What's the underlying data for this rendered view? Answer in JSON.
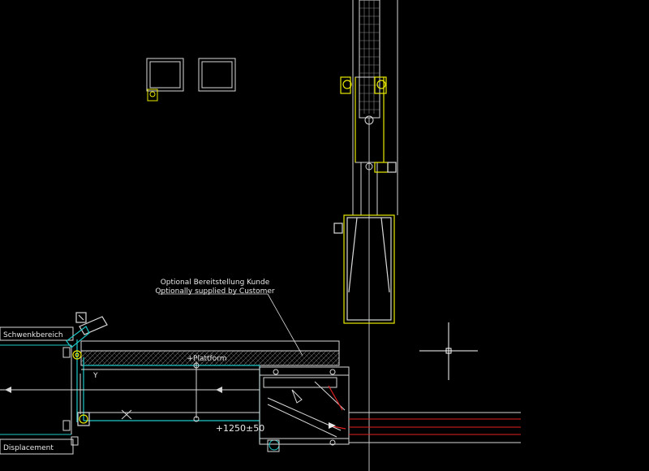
{
  "colors": {
    "background": "#000000",
    "line": "#d8d8d8",
    "yellow": "#e8e800",
    "cyan": "#1ec8c8",
    "red": "#e02020",
    "crosshair": "#ffffff"
  },
  "annotations": {
    "optional_de": "Optional Bereitstellung Kunde",
    "optional_en": "Optionally supplied by Customer",
    "platform": "+Plattform",
    "dimension": "+1250±50",
    "swivel_area": "Schwenkbereich",
    "displacement": "Displacement",
    "axis_y": "Y"
  }
}
